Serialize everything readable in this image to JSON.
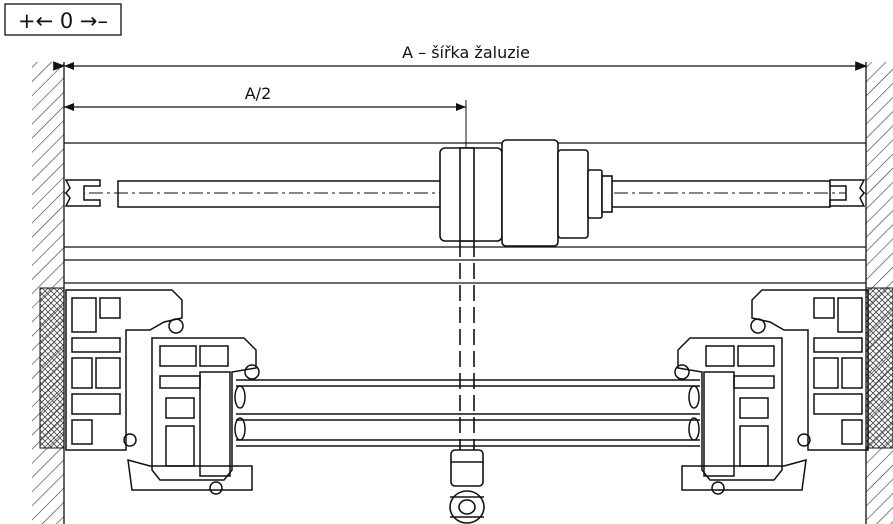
{
  "legend": {
    "text": "+← 0 →–"
  },
  "dimensions": {
    "full_width_label": "A – šířka žaluzie",
    "half_width_label": "A/2"
  },
  "colors": {
    "line": "#111111",
    "background": "#ffffff",
    "wall_hatch": "#333333",
    "insulation": "#444444"
  }
}
